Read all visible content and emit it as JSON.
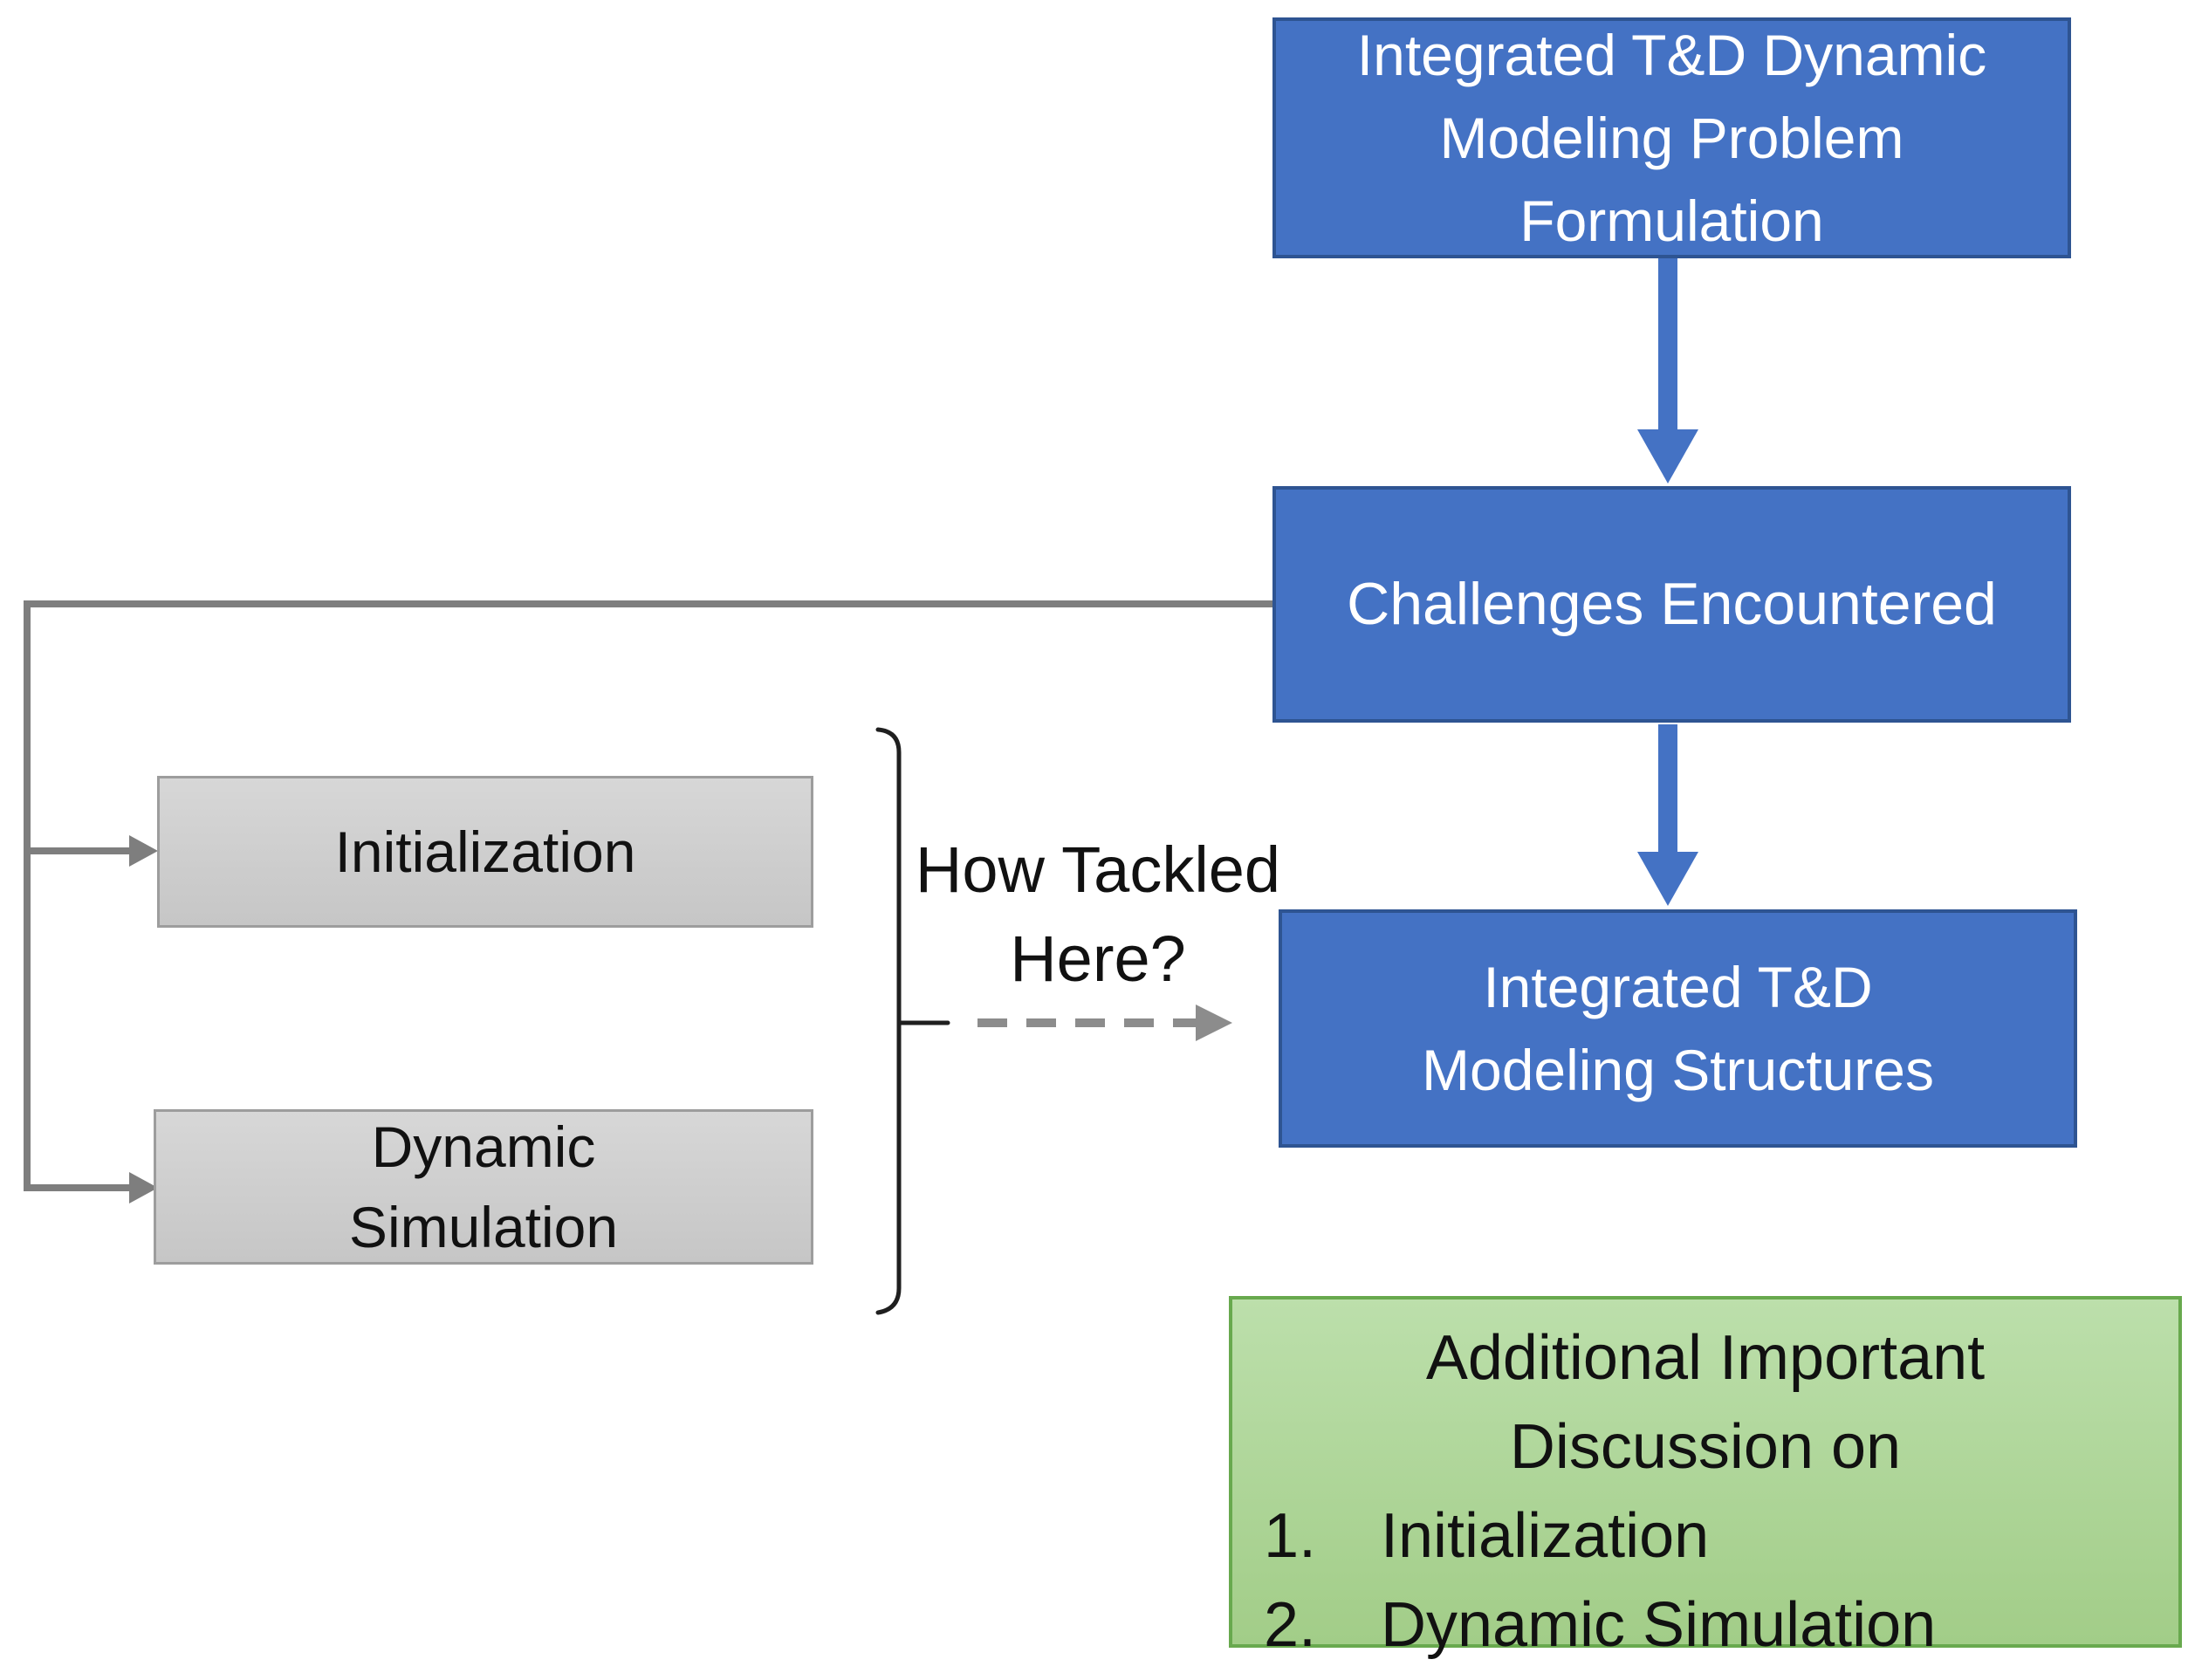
{
  "colors": {
    "background": "#FFFFFF",
    "accent_blue": "#4472C4",
    "accent_blue_border": "#2E5492",
    "white_text": "#FFFFFF",
    "connector_gray": "#7E7E7E",
    "gray_box_border": "#9D9D9D",
    "gray_box_top": "#D7D7D7",
    "gray_box_bottom": "#C6C6C6",
    "green_fill_top": "#BCDFAB",
    "green_fill_bottom": "#A2CD88",
    "green_border": "#68A94E",
    "bracket_black": "#1F1F1F",
    "dashed_gray": "#8C8C8C",
    "dark_text": "#111111"
  },
  "nodes": {
    "problem_formulation": {
      "label": "Integrated T&D Dynamic\nModeling Problem\nFormulation"
    },
    "challenges": {
      "label": "Challenges Encountered"
    },
    "modeling_structures": {
      "label": "Integrated T&D\nModeling Structures"
    },
    "initialization": {
      "label": "Initialization"
    },
    "dynamic_simulation": {
      "label": "Dynamic\nSimulation"
    },
    "discussion": {
      "title": "Additional Important\nDiscussion on",
      "items": [
        {
          "number": "1.",
          "label": "Initialization"
        },
        {
          "number": "2.",
          "label": "Dynamic Simulation"
        }
      ]
    }
  },
  "annotations": {
    "how_tackled": "How Tackled\nHere?"
  }
}
